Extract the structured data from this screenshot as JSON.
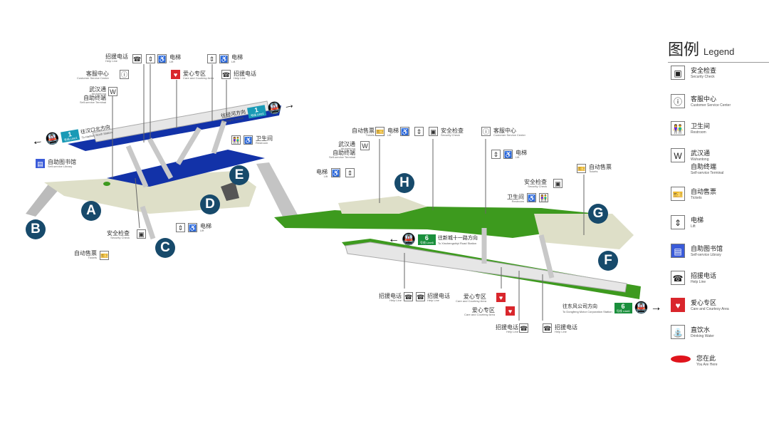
{
  "legend": {
    "title_cn": "图例",
    "title_en": "Legend",
    "items": [
      {
        "icon": "security-check-icon",
        "glyph": "▣",
        "cn": "安全检查",
        "en": "Security Check"
      },
      {
        "icon": "customer-service-icon",
        "glyph": "ⓘ",
        "cn": "客服中心",
        "en": "Customer Service Center"
      },
      {
        "icon": "restroom-icon",
        "glyph": "👫",
        "cn": "卫生间",
        "en": "Restroom"
      },
      {
        "icon": "wuhantong-icon",
        "glyph": "W",
        "cn": "武汉通",
        "en": "Wuhantong",
        "cn2": "自助终端",
        "en2": "Self-service Terminal"
      },
      {
        "icon": "ticket-icon",
        "glyph": "🎫",
        "cn": "自动售票",
        "en": "Tickets"
      },
      {
        "icon": "lift-icon",
        "glyph": "⇕",
        "cn": "电梯",
        "en": "Lift"
      },
      {
        "icon": "library-icon",
        "glyph": "▤",
        "cn": "自助图书馆",
        "en": "Self-service Library"
      },
      {
        "icon": "help-line-icon",
        "glyph": "☎",
        "cn": "招援电话",
        "en": "Help Line"
      },
      {
        "icon": "heart-icon",
        "glyph": "♥",
        "cn": "爱心专区",
        "en": "Care and Courtesy Area"
      },
      {
        "icon": "drinking-water-icon",
        "glyph": "⛲",
        "cn": "直饮水",
        "en": "Drinking Water"
      },
      {
        "icon": "you-are-here-icon",
        "glyph": "",
        "cn": "您在此",
        "en": "You Are Here"
      }
    ],
    "you_are_here_color": "#e0141c"
  },
  "labels": [
    {
      "cn": "招援电话",
      "en": "Help Line"
    },
    {
      "cn": "电梯",
      "en": "Lift"
    },
    {
      "cn": "电梯",
      "en": "Lift"
    },
    {
      "cn": "客服中心",
      "en": "Customer Service Center"
    },
    {
      "cn": "爱心专区",
      "en": "Care and Courtesy Area"
    },
    {
      "cn": "招援电话",
      "en": "Help Line"
    },
    {
      "cn": "武汉通",
      "en": "Wuhantong",
      "cn2": "自助终端",
      "en2": "Self-service Terminal"
    },
    {
      "cn": "卫生间",
      "en": "Restroom"
    },
    {
      "cn": "自助图书馆",
      "en": "Self-service Library"
    },
    {
      "cn": "安全检查",
      "en": "Security Check"
    },
    {
      "cn": "电梯",
      "en": "Lift"
    },
    {
      "cn": "自动售票",
      "en": "Tickets"
    },
    {
      "cn": "自动售票",
      "en": "Tickets"
    },
    {
      "cn": "电梯",
      "en": "Lift"
    },
    {
      "cn": "安全检查",
      "en": "Security Check"
    },
    {
      "cn": "客服中心",
      "en": "Customer Service Center"
    },
    {
      "cn": "武汉通",
      "en": "Wuhantong",
      "cn2": "自助终端",
      "en2": "Self-service Terminal"
    },
    {
      "cn": "电梯",
      "en": "Lift"
    },
    {
      "cn": "电梯",
      "en": "Lift"
    },
    {
      "cn": "自动售票",
      "en": "Tickets"
    },
    {
      "cn": "安全检查",
      "en": "Security Check"
    },
    {
      "cn": "卫生间",
      "en": "Restroom"
    },
    {
      "cn": "招援电话",
      "en": "Help Line"
    },
    {
      "cn": "招援电话",
      "en": "Help Line"
    },
    {
      "cn": "爱心专区",
      "en": "Care and Courtesy Area"
    },
    {
      "cn": "爱心专区",
      "en": "Care and Courtesy Area"
    },
    {
      "cn": "招援电话",
      "en": "Help Line"
    },
    {
      "cn": "招援电话",
      "en": "Help Line"
    }
  ],
  "directions": [
    {
      "line": "1",
      "line_text": "号线 Line1",
      "cn": "往汉口北方向",
      "en": "To Hankou North Station"
    },
    {
      "line": "1",
      "line_text": "号线 Line1",
      "cn": "往径河方向",
      "en": "To Jinghe Station"
    },
    {
      "line": "6",
      "line_text": "号线 Line6",
      "cn": "往新城十一路方向",
      "en": "To Xinchengshiyi Road Station"
    },
    {
      "line": "6",
      "line_text": "号线 Line6",
      "cn": "往东风公司方向",
      "en": "To Dongfeng Motor Corporation Station"
    }
  ],
  "exits": [
    "A",
    "B",
    "C",
    "D",
    "E",
    "F",
    "G",
    "H"
  ],
  "colors": {
    "line1": "#1232a8",
    "line6": "#3d9a1e",
    "exit": "#174a6b",
    "concourse": "#d9dcc0"
  }
}
